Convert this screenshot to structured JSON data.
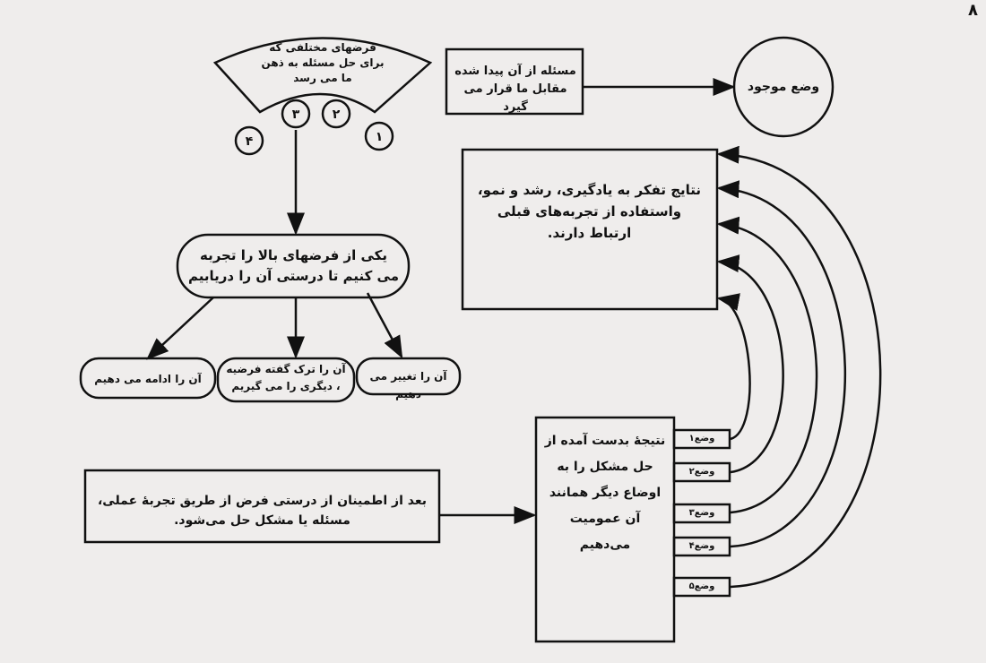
{
  "page_mark": "۸",
  "hypotheses": {
    "title": "فرضهای مختلفی که برای حل مسئله به ذهن ما می رسد",
    "numbers": [
      "۱",
      "۲",
      "۳",
      "۴"
    ]
  },
  "problem_box": "مسئله از آن پیدا شده مقابل ما قرار می گیرد",
  "current_state": "وضع موجود",
  "test_box": "یکی از فرضهای بالا را تجربه می کنیم تا درستی آن را دریابیم",
  "outcomes": [
    "آن را ادامه می دهیم",
    "آن را ترک گفته فرضیه ، دیگری را می گیریم",
    "آن را تغییر می دهیم"
  ],
  "results_box": "نتایج تفکر به یادگیری، رشد و نمو، واستفاده از تجربه‌های قبلی ارتباط دارند.",
  "solved_box": "بعد از اطمینان از درستی فرض از طریق تجربهٔ عملی، مسئله یا مشکل حل می‌شود.",
  "generalize_box": "نتیجهٔ بدست آمده از حل مشکل را به اوضاع دیگر همانند آن عمومیت می‌دهیم",
  "situations": [
    "وضع۱",
    "وضع۲",
    "وضع۳",
    "وضع۴",
    "وضع۵"
  ]
}
